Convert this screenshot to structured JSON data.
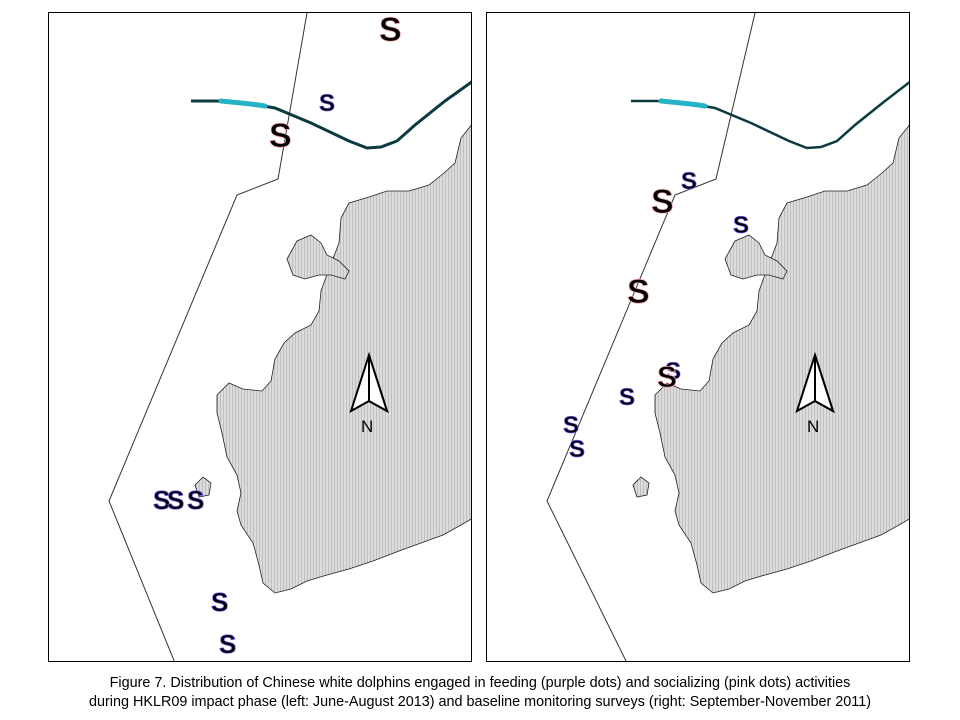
{
  "caption": {
    "line1": "Figure 7.  Distribution of Chinese white dolphins engaged in feeding (purple dots) and socializing (pink dots) activities",
    "line2": "during HKLR09 impact phase (left: June-August 2013) and baseline monitoring surveys (right: September-November 2011)"
  },
  "north_label": "N",
  "symbol_letter": "S",
  "colors": {
    "land_fill": "#d9d9d9",
    "land_hatch": "#bdbdbd",
    "road_fill": "#27b3c7",
    "road_outline": "#0b3b3f",
    "feeding_dot": "#7b5cff",
    "socializing_dot": "#f4a6a6",
    "frame": "#000000"
  },
  "panels": [
    {
      "id": "left",
      "period": "June-August 2013",
      "symbols": [
        {
          "type": "socializing",
          "size": "large"
        },
        {
          "type": "feeding",
          "size": "small"
        },
        {
          "type": "socializing",
          "size": "large"
        },
        {
          "type": "feeding",
          "size": "small"
        },
        {
          "type": "feeding",
          "size": "small"
        },
        {
          "type": "feeding",
          "size": "small"
        },
        {
          "type": "feeding",
          "size": "small"
        },
        {
          "type": "feeding",
          "size": "small"
        }
      ]
    },
    {
      "id": "right",
      "period": "September-November 2011",
      "symbols": [
        {
          "type": "feeding",
          "size": "small"
        },
        {
          "type": "socializing",
          "size": "large"
        },
        {
          "type": "feeding",
          "size": "small"
        },
        {
          "type": "socializing",
          "size": "large"
        },
        {
          "type": "feeding",
          "size": "small"
        },
        {
          "type": "socializing",
          "size": "large"
        },
        {
          "type": "feeding",
          "size": "small"
        },
        {
          "type": "feeding",
          "size": "small"
        },
        {
          "type": "feeding",
          "size": "small"
        }
      ]
    }
  ]
}
